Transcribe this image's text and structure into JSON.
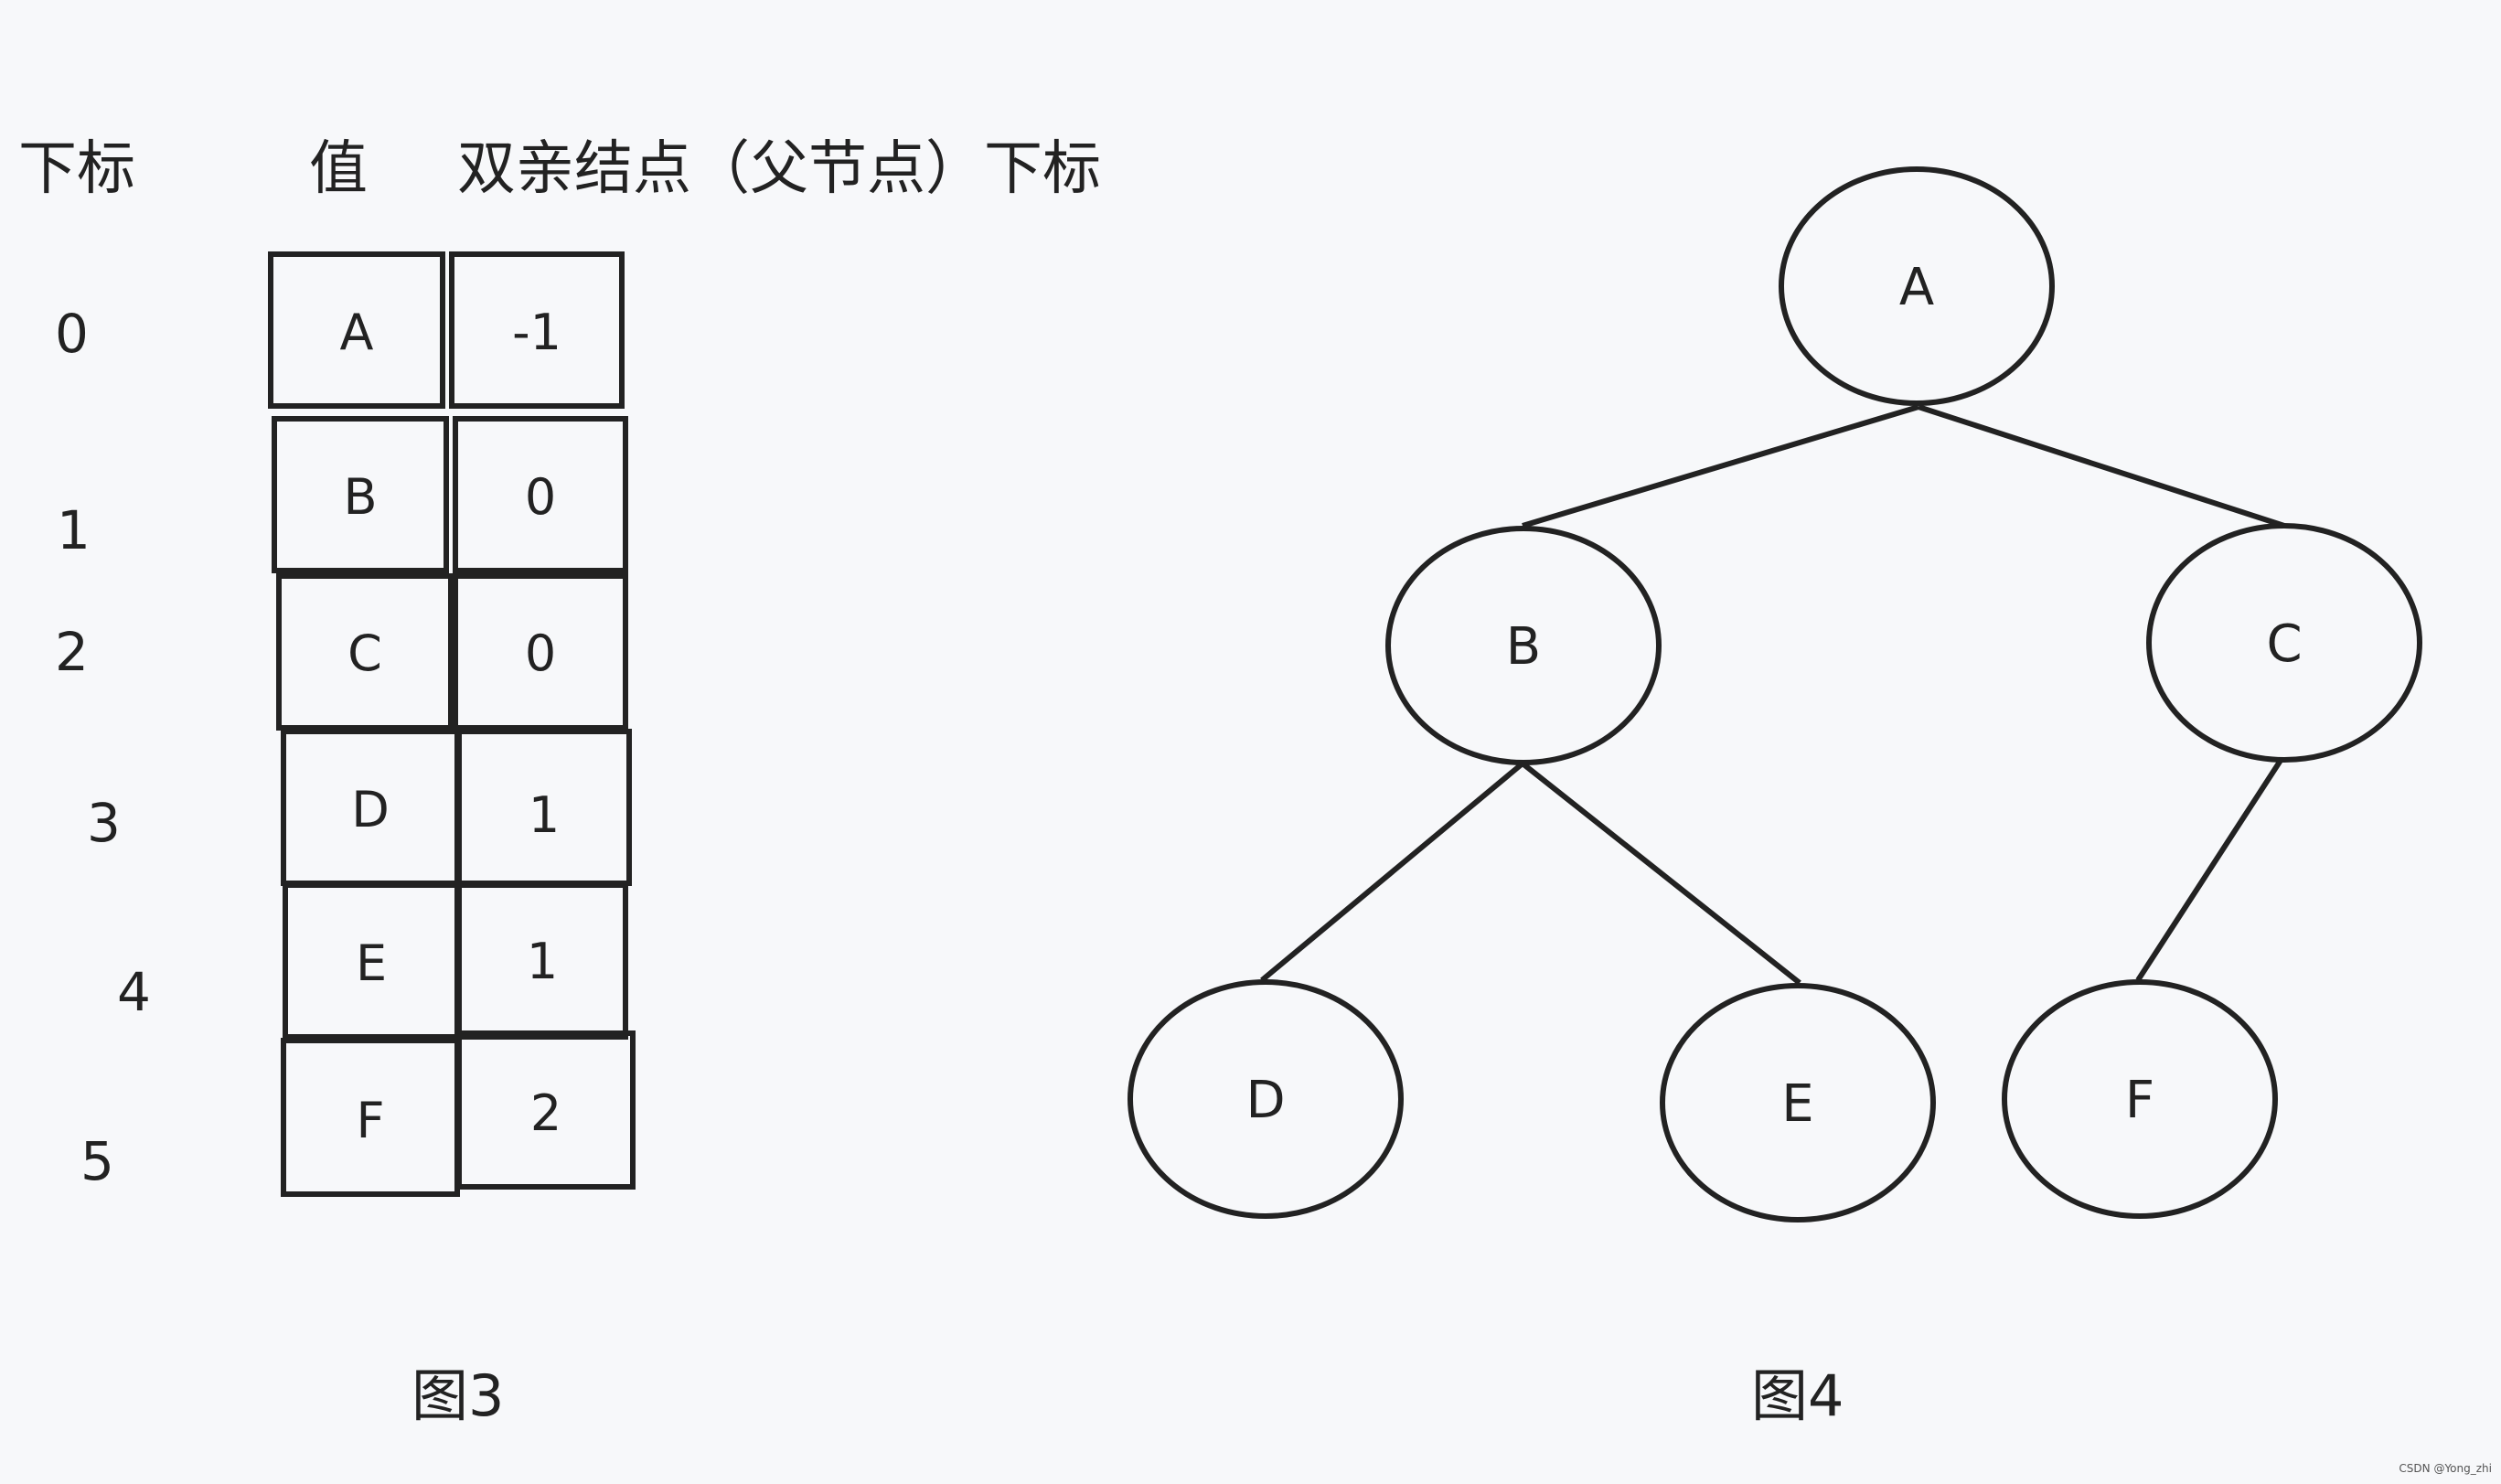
{
  "headers": {
    "index": "下标",
    "value": "值",
    "parent": "双亲结点（父节点）下标"
  },
  "rows": [
    {
      "index": "0",
      "value": "A",
      "parent": "-1"
    },
    {
      "index": "1",
      "value": "B",
      "parent": "0"
    },
    {
      "index": "2",
      "value": "C",
      "parent": "0"
    },
    {
      "index": "3",
      "value": "D",
      "parent": "1"
    },
    {
      "index": "4",
      "value": "E",
      "parent": "1"
    },
    {
      "index": "5",
      "value": "F",
      "parent": "2"
    }
  ],
  "tree": {
    "nodes": [
      {
        "id": "A",
        "label": "A"
      },
      {
        "id": "B",
        "label": "B"
      },
      {
        "id": "C",
        "label": "C"
      },
      {
        "id": "D",
        "label": "D"
      },
      {
        "id": "E",
        "label": "E"
      },
      {
        "id": "F",
        "label": "F"
      }
    ],
    "edges": [
      [
        "A",
        "B"
      ],
      [
        "A",
        "C"
      ],
      [
        "B",
        "D"
      ],
      [
        "B",
        "E"
      ],
      [
        "C",
        "F"
      ]
    ]
  },
  "captions": {
    "left": "图3",
    "right": "图4"
  },
  "watermark": "CSDN @Yong_zhi"
}
